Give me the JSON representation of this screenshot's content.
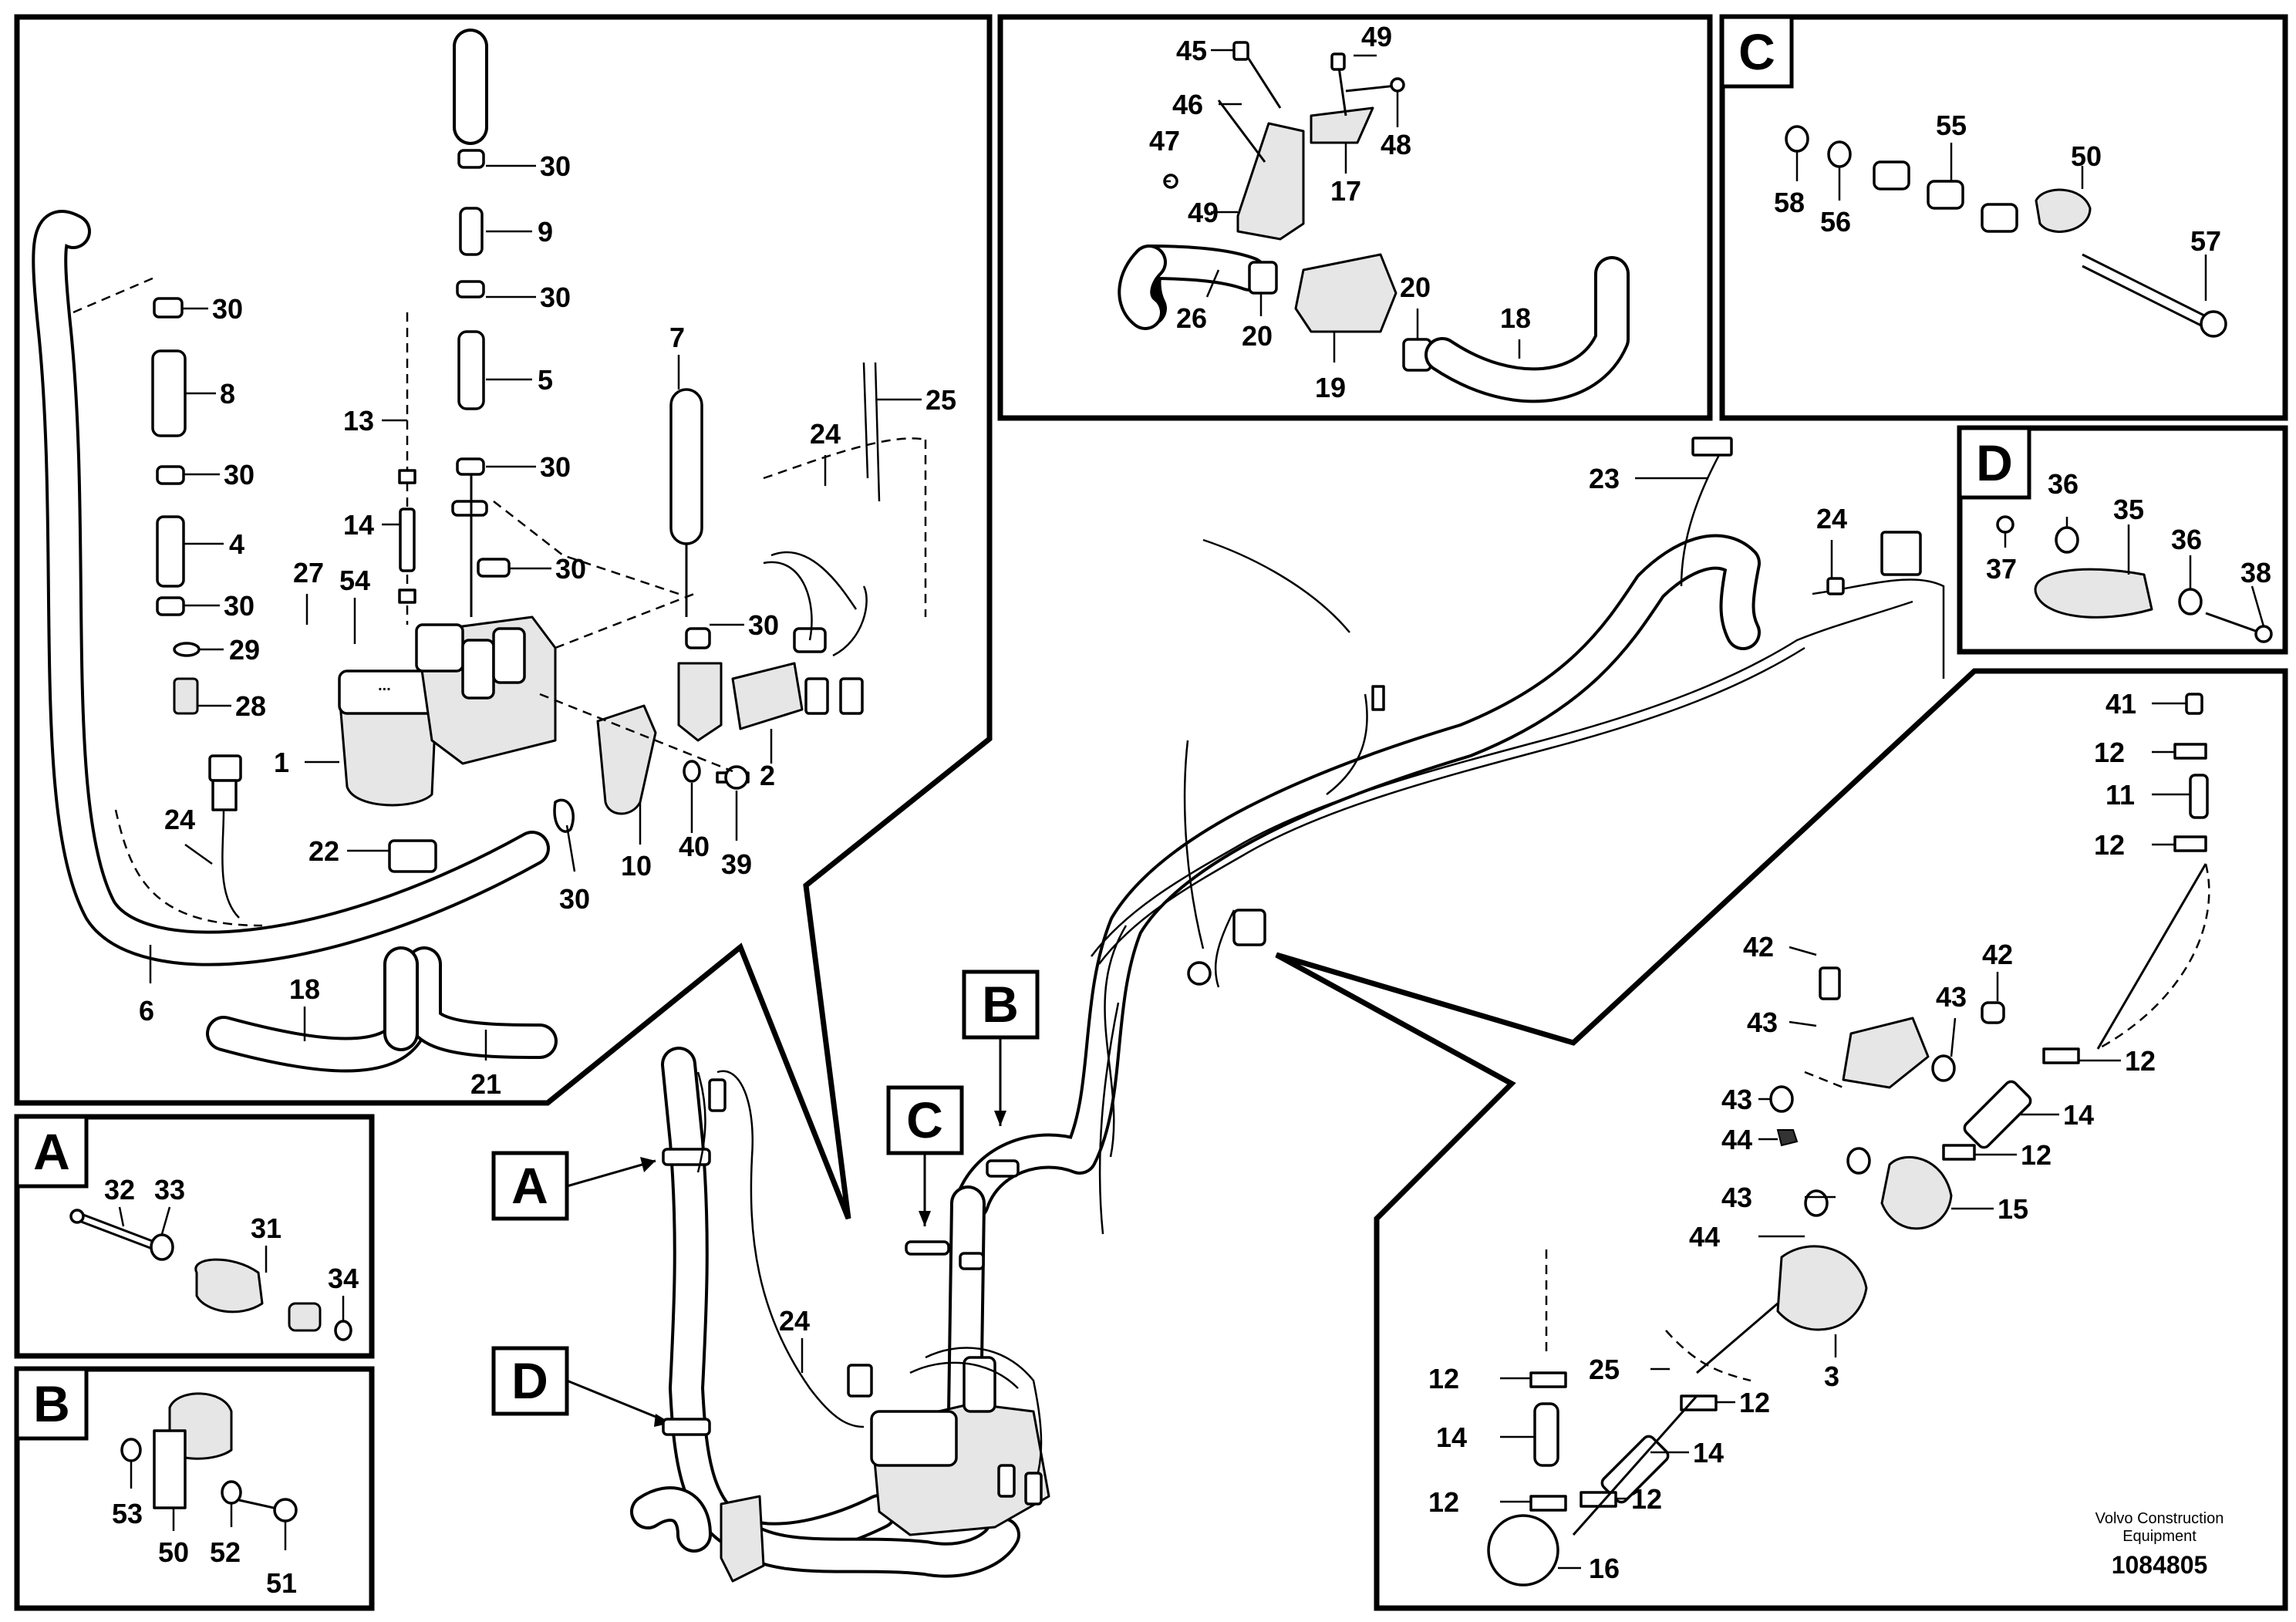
{
  "callout_tags": [
    "A",
    "B",
    "C",
    "D"
  ],
  "insets": {
    "A": {
      "tag": "A",
      "labels": [
        "32",
        "33",
        "31",
        "34"
      ]
    },
    "B": {
      "tag": "B",
      "labels": [
        "53",
        "50",
        "52",
        "51"
      ]
    },
    "C": {
      "tag": "C",
      "labels": [
        "58",
        "56",
        "55",
        "50",
        "57"
      ]
    },
    "D": {
      "tag": "D",
      "labels": [
        "37",
        "36",
        "35",
        "36",
        "38"
      ]
    },
    "top_middle": {
      "labels": [
        "45",
        "49",
        "46",
        "48",
        "47",
        "17",
        "49",
        "26",
        "20",
        "20",
        "19",
        "18"
      ]
    }
  },
  "main_detail": {
    "labels": [
      "30",
      "9",
      "30",
      "5",
      "30",
      "30",
      "30",
      "8",
      "30",
      "4",
      "30",
      "29",
      "28",
      "13",
      "14",
      "27",
      "54",
      "1",
      "7",
      "24",
      "25",
      "30",
      "2",
      "22",
      "10",
      "40",
      "39",
      "30",
      "24",
      "6",
      "18",
      "21"
    ]
  },
  "lower_right_detail": {
    "labels": [
      "41",
      "12",
      "11",
      "12",
      "42",
      "42",
      "43",
      "43",
      "12",
      "43",
      "14",
      "44",
      "12",
      "43",
      "15",
      "44",
      "3",
      "12",
      "25",
      "12",
      "14",
      "14",
      "12",
      "12",
      "16"
    ]
  },
  "overview": {
    "labels": [
      "23",
      "24",
      "24"
    ],
    "callouts": [
      "A",
      "B",
      "C",
      "D"
    ]
  },
  "footer": {
    "brand_line1": "Volvo Construction",
    "brand_line2": "Equipment",
    "doc_number": "1084805"
  }
}
